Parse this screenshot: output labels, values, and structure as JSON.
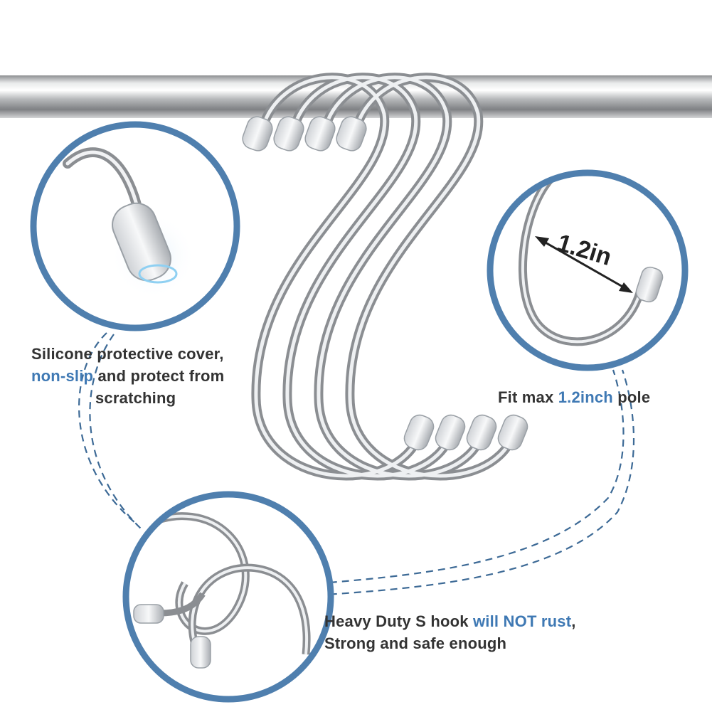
{
  "captions": {
    "silicone": {
      "line1": "Silicone protective cover,",
      "accent": "non-slip",
      "line2_rest": " and protect from",
      "line3": "scratching"
    },
    "fit": {
      "prefix": "Fit max ",
      "accent": "1.2inch",
      "suffix": " pole"
    },
    "heavy": {
      "prefix": "Heavy Duty S hook ",
      "accent": "will NOT rust",
      "suffix": ",",
      "line2": "Strong and safe enough"
    }
  },
  "dimension_label": "1.2in",
  "colors": {
    "accent": "#3f79b4",
    "circle_border": "#4f7fae",
    "text": "#333333",
    "dashed_line": "#3d6a96"
  }
}
